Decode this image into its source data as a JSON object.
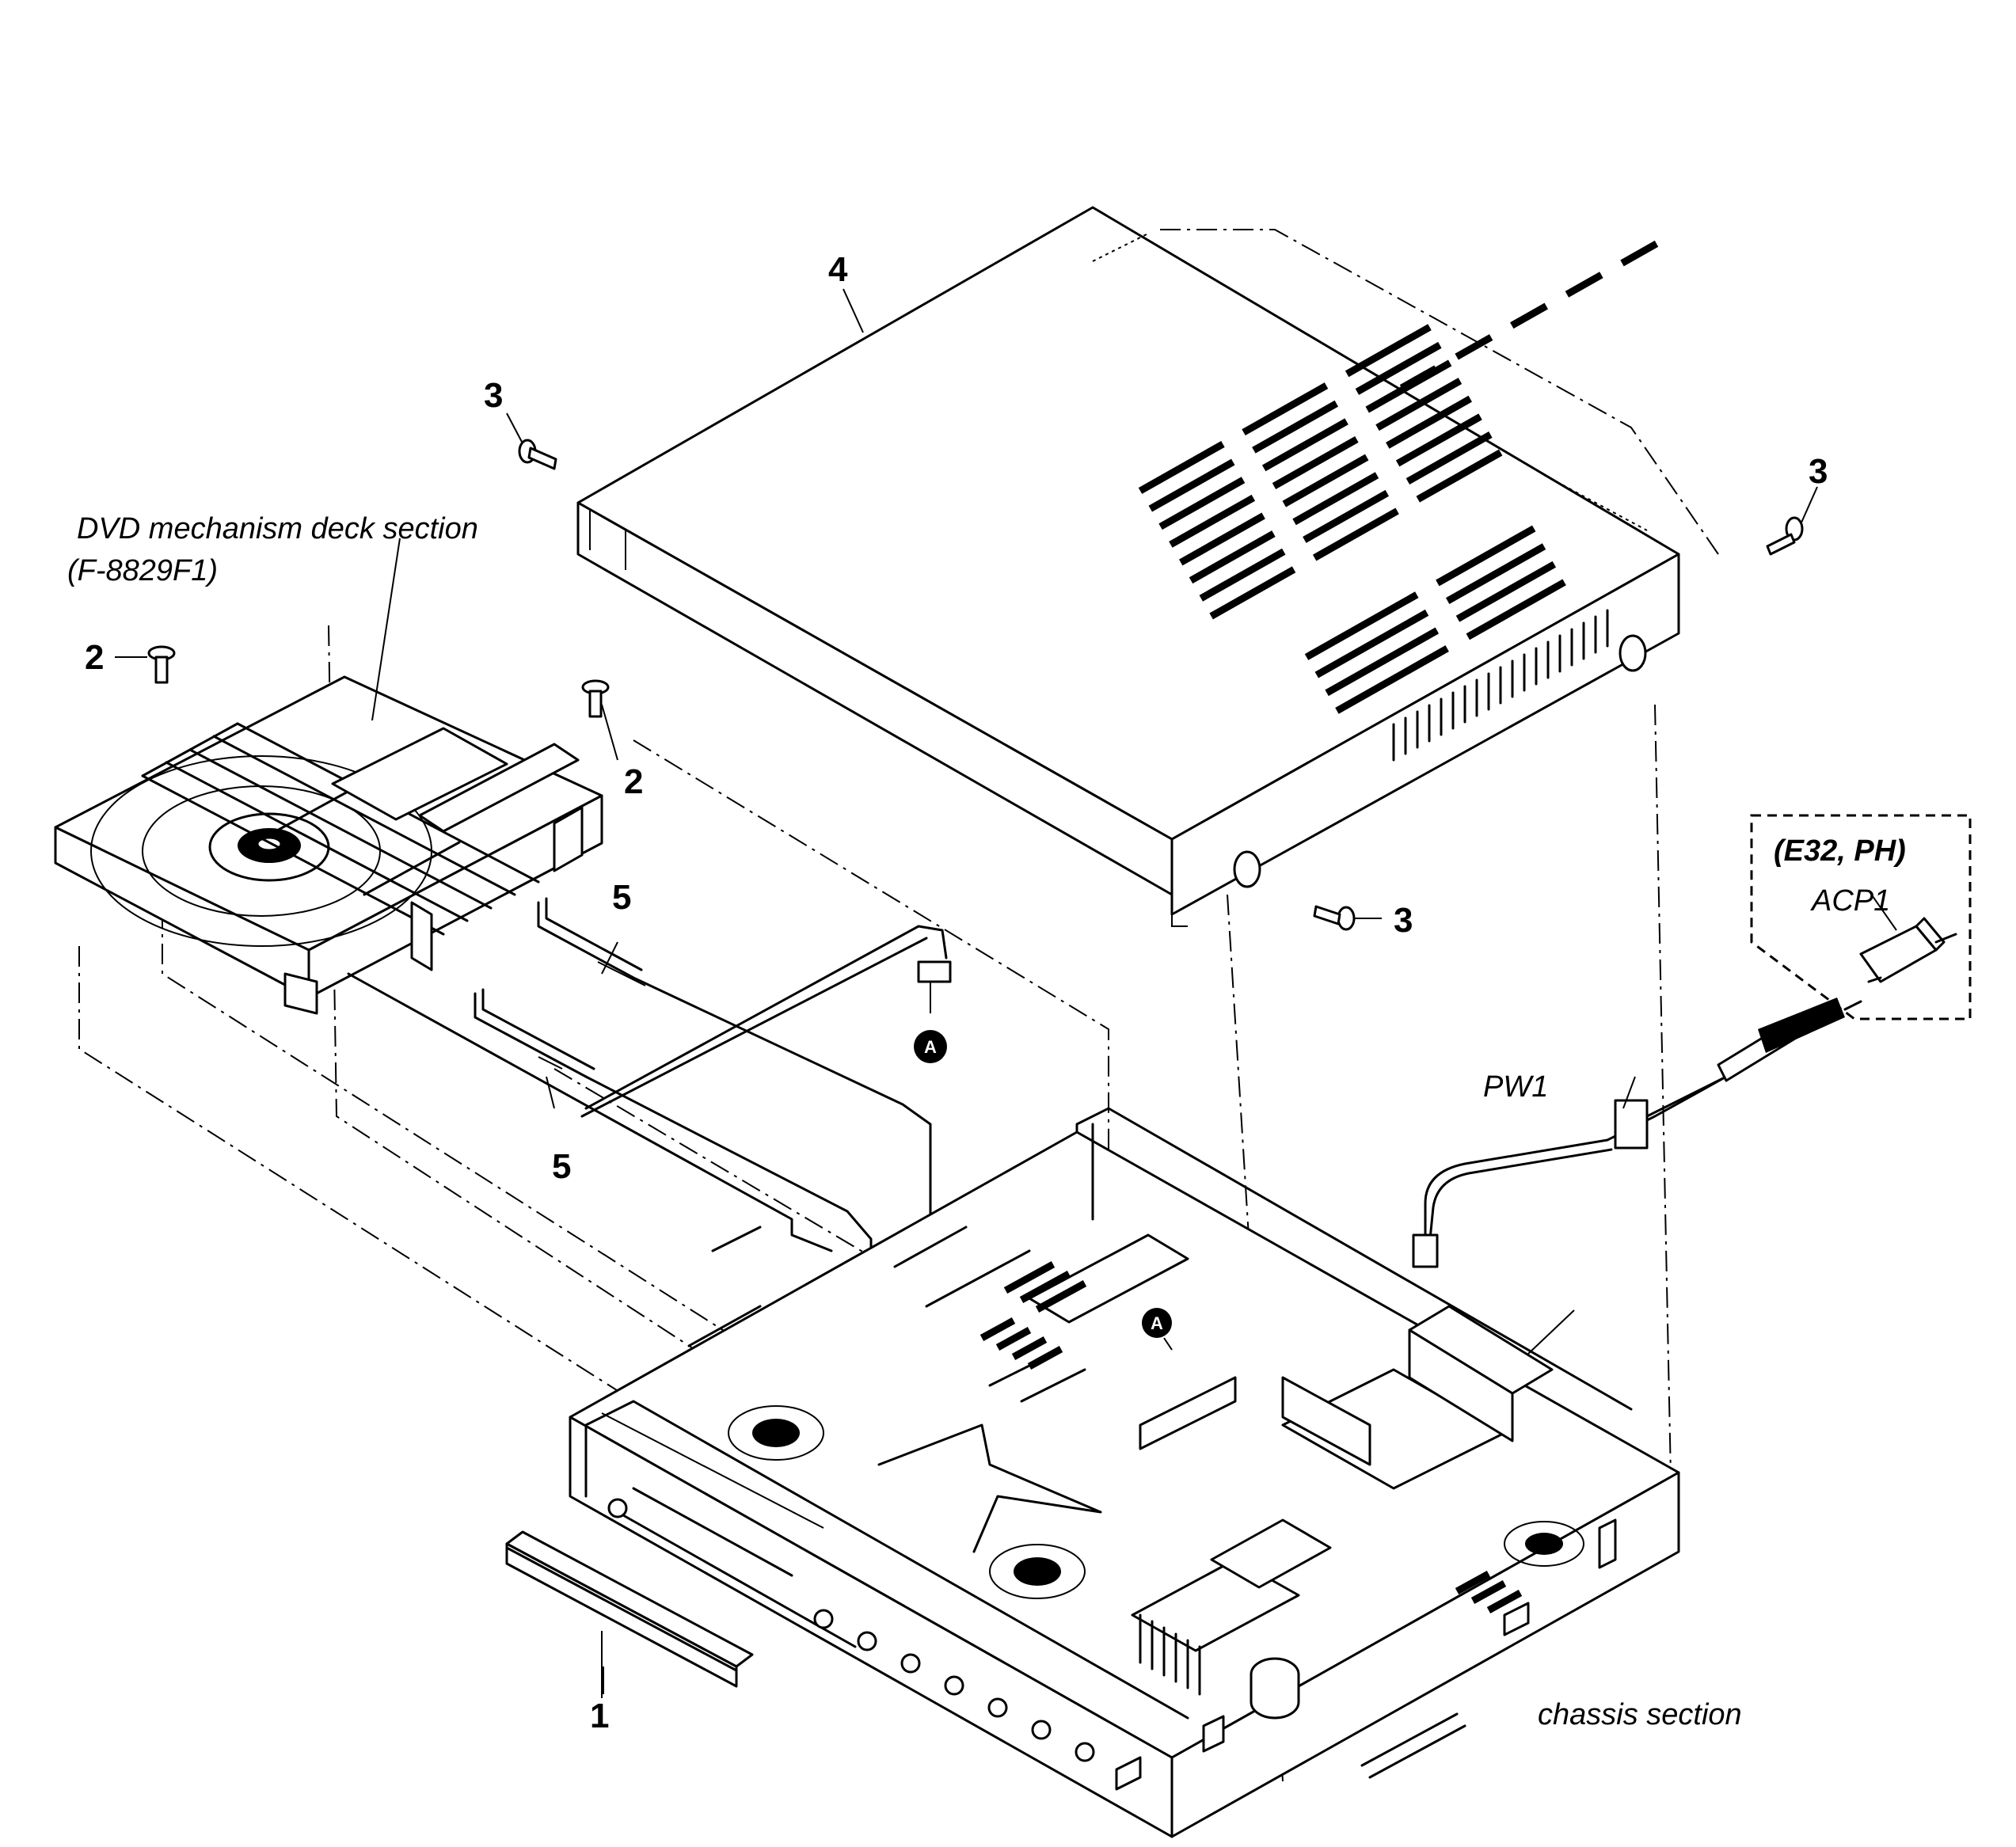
{
  "callouts": {
    "part_1": "1",
    "part_2_left": "2",
    "part_2_right": "2",
    "part_3_top_left": "3",
    "part_3_top_right": "3",
    "part_3_side": "3",
    "part_4": "4",
    "part_5_upper": "5",
    "part_5_lower": "5"
  },
  "labels": {
    "dvd_deck_title": "DVD mechanism deck section",
    "dvd_deck_model": "(F-8829F1)",
    "chassis": "chassis section",
    "power_cord": "PW1",
    "adapter_destination": "(E32, PH)",
    "adapter": "ACP1"
  },
  "connector_markers": {
    "upper": "A",
    "lower": "A"
  }
}
